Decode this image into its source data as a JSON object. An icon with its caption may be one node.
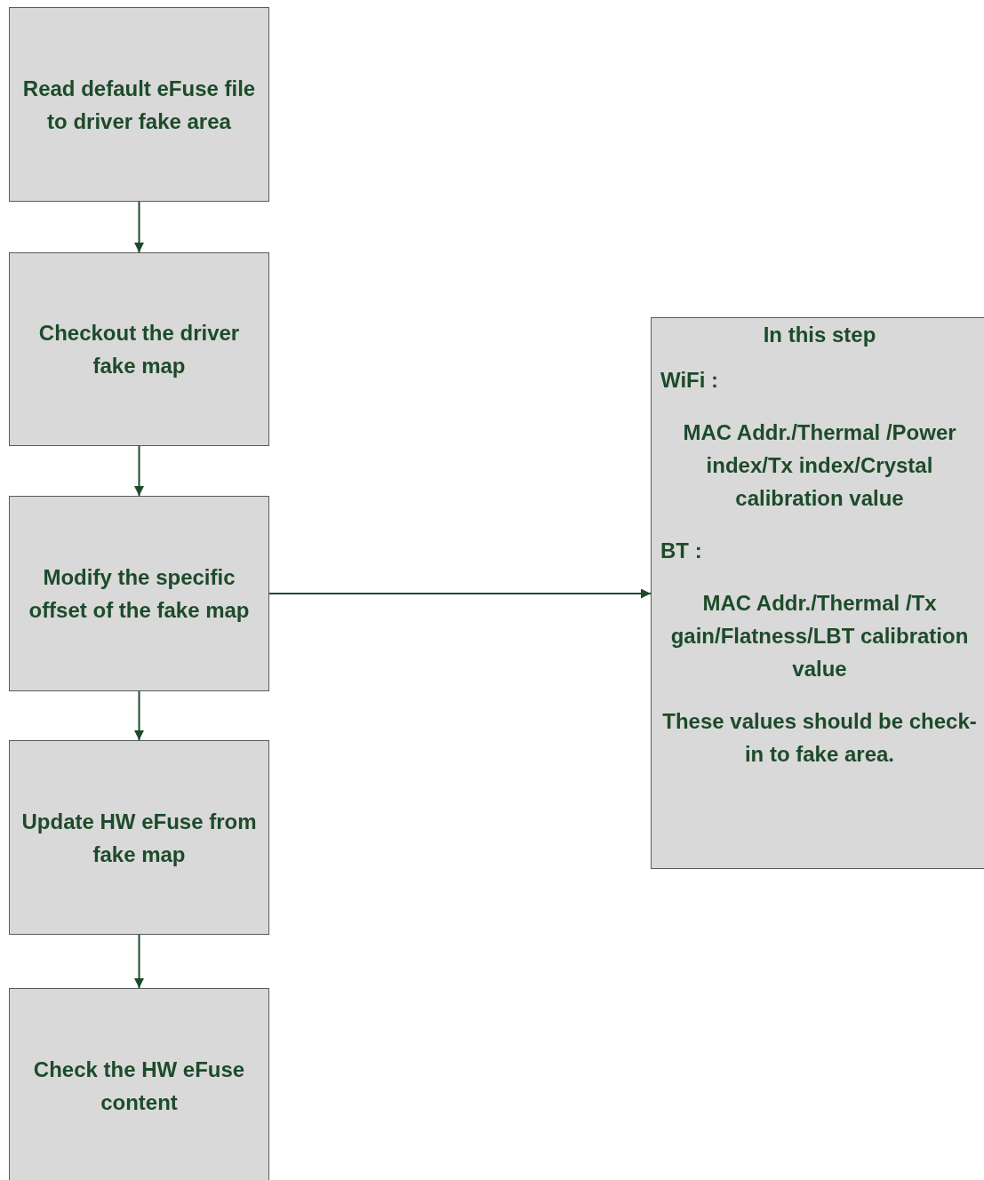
{
  "diagram": {
    "nodes": [
      {
        "text": [
          "Read default eFuse file to driver fake area"
        ]
      },
      {
        "text": [
          "Checkout the driver fake map"
        ]
      },
      {
        "text": [
          "Modify the specific offset of the fake map"
        ]
      },
      {
        "text": [
          "Update HW eFuse from fake map"
        ]
      },
      {
        "text": [
          "Check the HW eFuse content"
        ]
      },
      {
        "text": [
          "In this step",
          "WiFi :",
          "MAC Addr./Thermal /Power index/Tx index/Crystal calibration value",
          "BT :",
          "MAC Addr./Thermal /Tx gain/Flatness/LBT calibration value",
          "These values should be check-in to fake area."
        ]
      }
    ],
    "edges": [
      {
        "from": 0,
        "to": 1,
        "arrow": "to"
      },
      {
        "from": 1,
        "to": 2,
        "arrow": "to"
      },
      {
        "from": 2,
        "to": 3,
        "arrow": "to"
      },
      {
        "from": 3,
        "to": 4,
        "arrow": "to"
      },
      {
        "from": 2,
        "to": 5,
        "arrow": "to"
      }
    ]
  }
}
